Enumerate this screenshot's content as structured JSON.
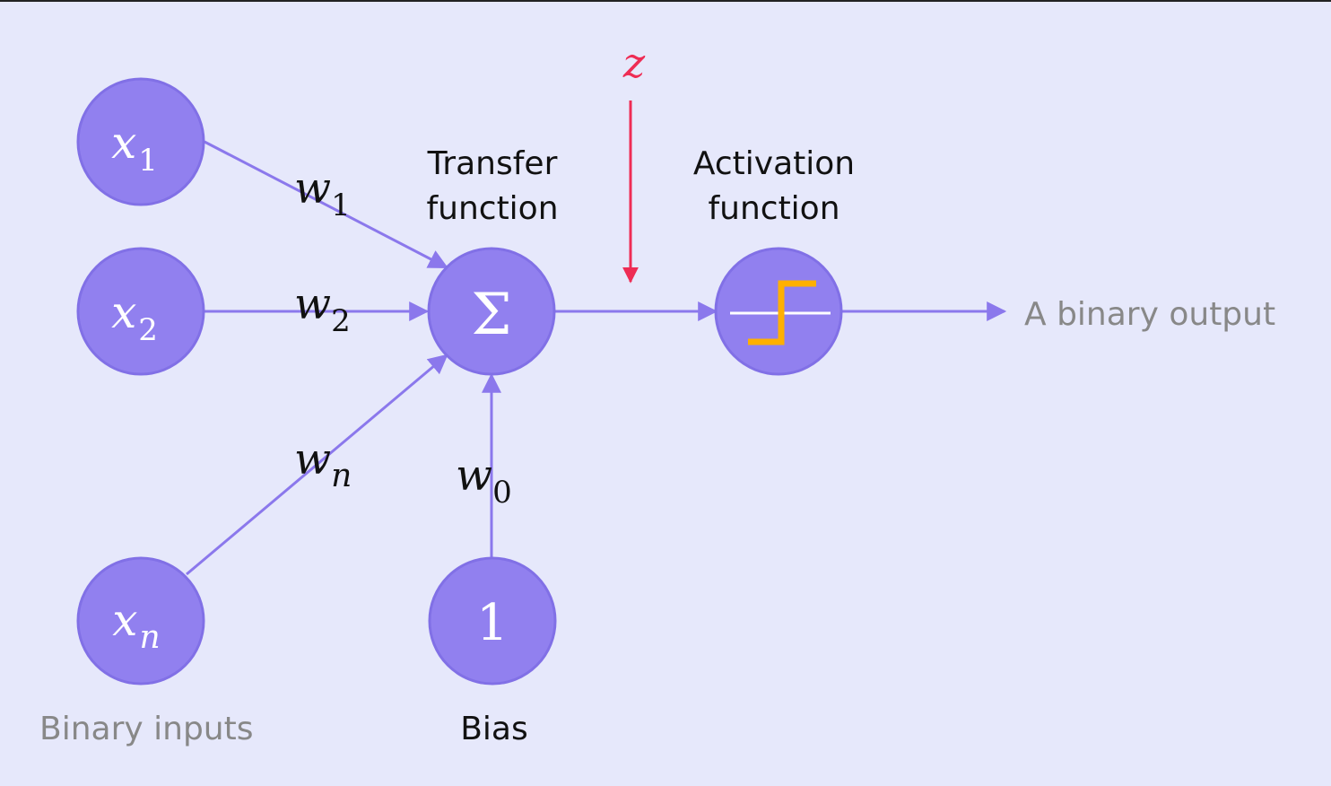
{
  "inputs": [
    {
      "base": "x",
      "sub": "1"
    },
    {
      "base": "x",
      "sub": "2"
    },
    {
      "base": "x",
      "sub": "n"
    }
  ],
  "weights": [
    {
      "base": "w",
      "sub": "1"
    },
    {
      "base": "w",
      "sub": "2"
    },
    {
      "base": "w",
      "sub": "n"
    },
    {
      "base": "w",
      "sub": "0"
    }
  ],
  "sum_symbol": "Σ",
  "bias_value": "1",
  "z_label": "z",
  "labels": {
    "transfer_line1": "Transfer",
    "transfer_line2": "function",
    "activation_line1": "Activation",
    "activation_line2": "function",
    "output": "A binary output",
    "inputs": "Binary inputs",
    "bias": "Bias"
  },
  "colors": {
    "background": "#e6e8fb",
    "node_fill": "#9180ef",
    "edge": "#8b78ec",
    "step_function": "#ffb000",
    "z_arrow": "#ee2c54",
    "muted_text": "#888888"
  }
}
